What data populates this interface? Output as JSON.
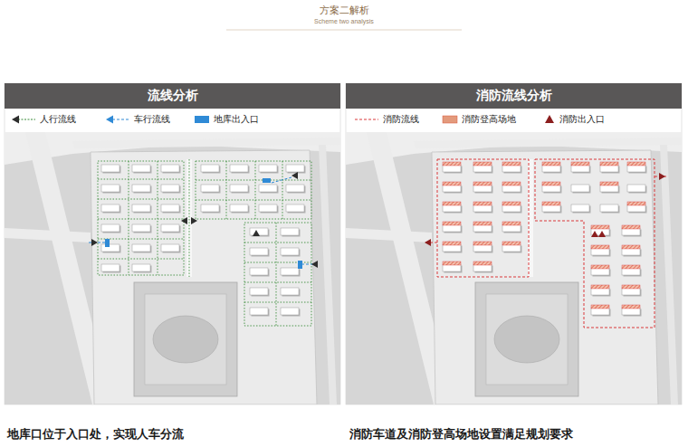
{
  "diagram": {
    "title": "方案二解析",
    "nodes": [
      {
        "text": [
          "流线分析"
        ]
      },
      {
        "text": [
          "消防流线分析"
        ]
      }
    ],
    "labels": [
      "Scheme two analysis",
      "地库口位于入口处，实现人车分流",
      "消防车道及消防登高场地设置满足规划要求"
    ],
    "legend": [
      {
        "text": "人行流线"
      },
      {
        "text": "车行流线"
      },
      {
        "text": "地库出入口",
        "color": "#2f8ad6"
      },
      {
        "text": "消防流线"
      },
      {
        "text": "消防登高场地",
        "color": "#e39a7c"
      },
      {
        "text": "消防出入口"
      }
    ]
  }
}
